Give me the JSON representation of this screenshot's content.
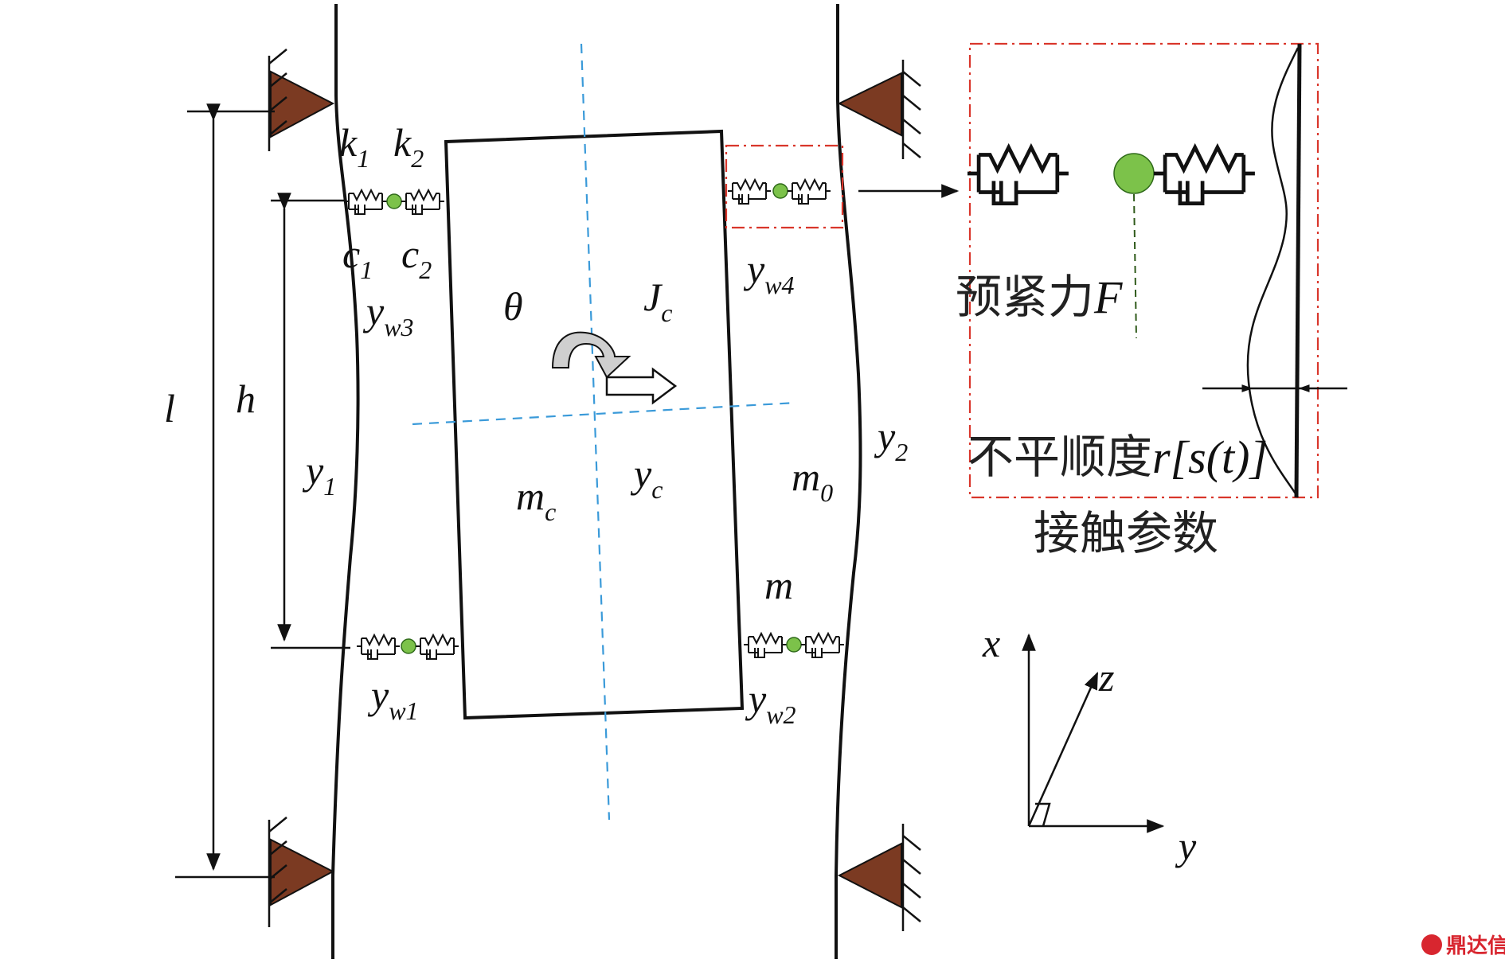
{
  "labels": {
    "k1": "k",
    "k1_sub": "1",
    "k2": "k",
    "k2_sub": "2",
    "c1": "c",
    "c1_sub": "1",
    "c2": "c",
    "c2_sub": "2",
    "yw3": "y",
    "yw3_sub": "w3",
    "yw4": "y",
    "yw4_sub": "w4",
    "yw1": "y",
    "yw1_sub": "w1",
    "yw2": "y",
    "yw2_sub": "w2",
    "theta": "θ",
    "Jc": "J",
    "Jc_sub": "c",
    "l": "l",
    "h": "h",
    "y1": "y",
    "y1_sub": "1",
    "y2": "y",
    "y2_sub": "2",
    "mc": "m",
    "mc_sub": "c",
    "yc": "y",
    "yc_sub": "c",
    "m0": "m",
    "m0_sub": "0",
    "m": "m",
    "x_axis": "x",
    "y_axis": "y",
    "z_axis": "z"
  },
  "detail": {
    "preload_text": "预紧力",
    "preload_symbol": "F",
    "roughness_text": "不平顺度",
    "roughness_symbol": "r[s(t)]",
    "caption": "接触参数"
  },
  "watermark": "鼎达信",
  "colors": {
    "support": "#7b3a22",
    "ball": "#7cc24a",
    "centerline": "#3a9ad9",
    "detail_frame": "#d9362b"
  }
}
